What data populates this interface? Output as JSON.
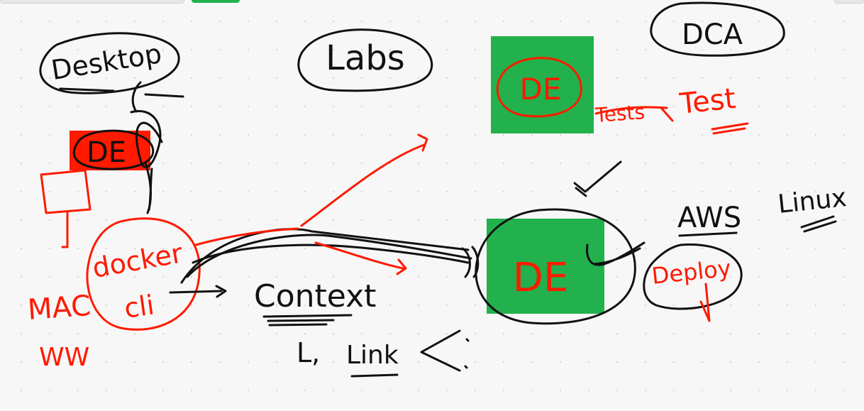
{
  "labels": {
    "desktop": "Desktop",
    "labs": "Labs",
    "dca": "DCA",
    "de_desktop": "DE",
    "de_labs": "DE",
    "de_main": "DE",
    "test": "Test",
    "test_struck": "Tests",
    "mac": "MAC",
    "ww": "WW",
    "docker": "docker",
    "cli": "cli",
    "context": "Context",
    "link_arrow": "L,",
    "link": "Link",
    "aws": "AWS",
    "linux": "Linux",
    "deploy": "Deploy"
  },
  "colors": {
    "canvas": "#f7f7f7",
    "ink_black": "#111111",
    "ink_red": "#ff1a00",
    "box_green": "#22b14c",
    "box_red": "#ff1a00"
  }
}
